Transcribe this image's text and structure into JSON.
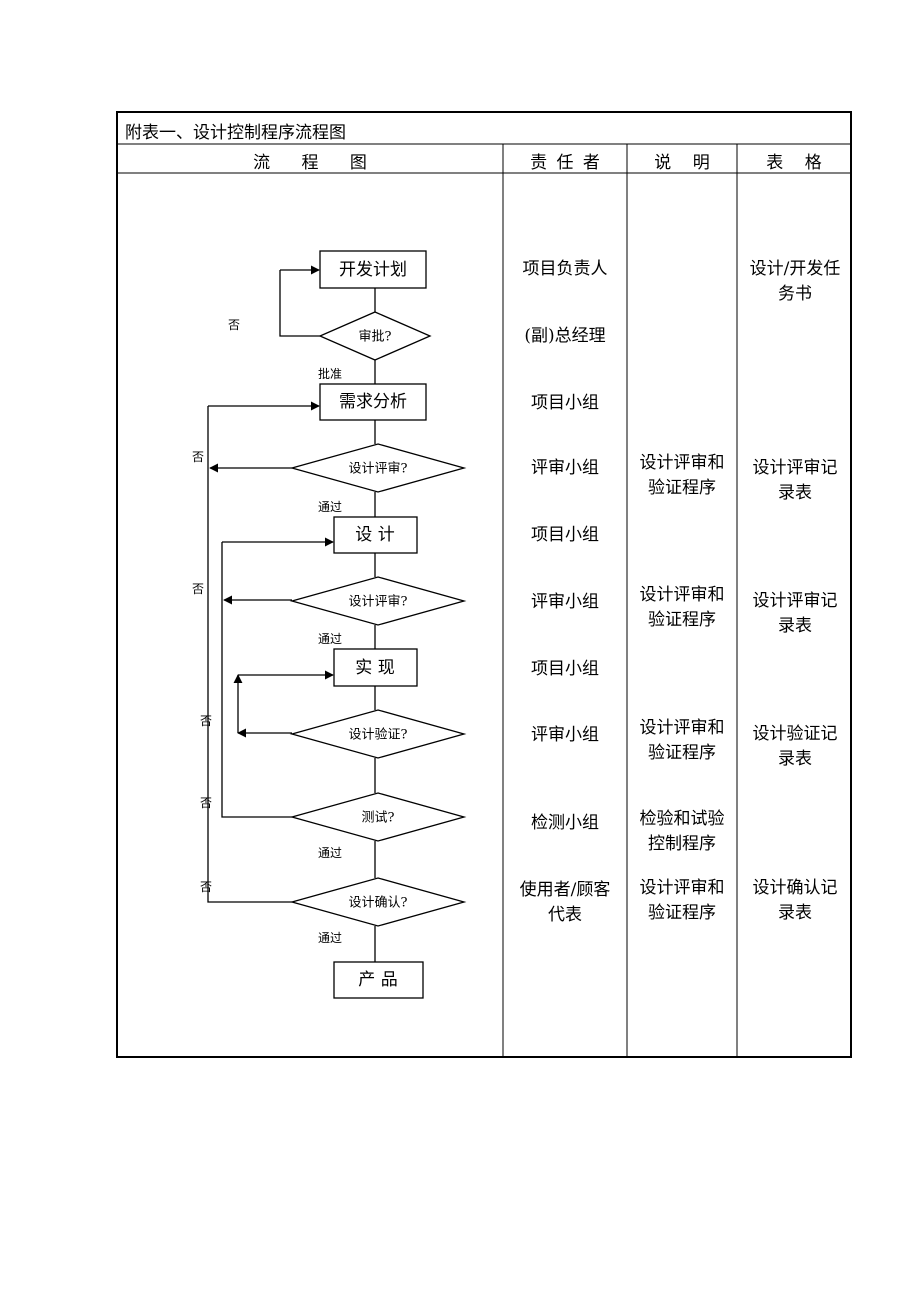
{
  "caption": "附表一、设计控制程序流程图",
  "headers": {
    "flow": "流 程 图",
    "owner": "责 任 者",
    "note": "说 明",
    "form": "表 格"
  },
  "flow": {
    "plan": "开发计划",
    "approve": "审批?",
    "analysis": "需求分析",
    "design_review": "设计评审?",
    "design": "设 计",
    "design_review2": "设计评审?",
    "implement": "实 现",
    "verify": "设计验证?",
    "test": "测试?",
    "confirm": "设计确认?",
    "product": "产 品",
    "edge_labels": {
      "no_approve": "否",
      "approved": "批准",
      "no_review": "否",
      "pass_review": "通过",
      "no_review2": "否",
      "pass_review2": "通过",
      "no_verify": "否",
      "no_test": "否",
      "pass_test": "通过",
      "no_confirm": "否",
      "pass_confirm": "通过"
    }
  },
  "rows": [
    {
      "owner": "项目负责人",
      "note": "",
      "form": "设计/开发任务书"
    },
    {
      "owner": "(副)总经理",
      "note": "",
      "form": ""
    },
    {
      "owner": "项目小组",
      "note": "",
      "form": ""
    },
    {
      "owner": "评审小组",
      "note": "设计评审和验证程序",
      "form": "设计评审记录表"
    },
    {
      "owner": "项目小组",
      "note": "",
      "form": ""
    },
    {
      "owner": "评审小组",
      "note": "设计评审和验证程序",
      "form": "设计评审记录表"
    },
    {
      "owner": "项目小组",
      "note": "",
      "form": ""
    },
    {
      "owner": "评审小组",
      "note": "设计评审和验证程序",
      "form": "设计验证记录表"
    },
    {
      "owner": "检测小组",
      "note": "检验和试验控制程序",
      "form": ""
    },
    {
      "owner": "使用者/顾客代表",
      "note": "设计评审和验证程序",
      "form": "设计确认记录表"
    }
  ]
}
